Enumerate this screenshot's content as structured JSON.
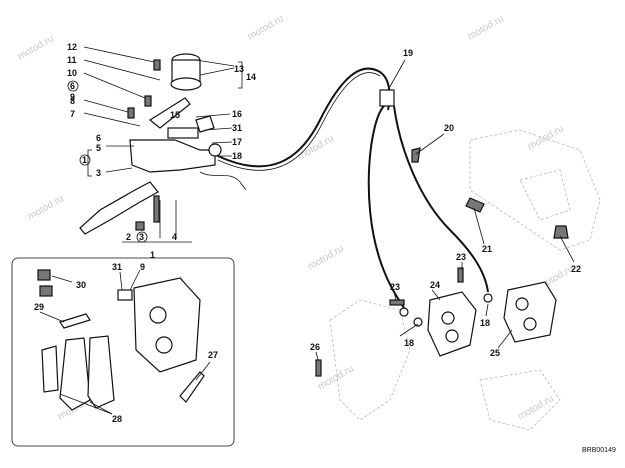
{
  "diagram": {
    "reference_code": "BRB00149",
    "watermark": "motod.ru",
    "callouts": [
      {
        "id": "c12",
        "text": "12"
      },
      {
        "id": "c11",
        "text": "11"
      },
      {
        "id": "c10",
        "text": "10"
      },
      {
        "id": "c6a",
        "text": "6"
      },
      {
        "id": "c9a",
        "text": "9"
      },
      {
        "id": "c8",
        "text": "8"
      },
      {
        "id": "c7",
        "text": "7"
      },
      {
        "id": "c13",
        "text": "13"
      },
      {
        "id": "c14",
        "text": "14"
      },
      {
        "id": "c15",
        "text": "15"
      },
      {
        "id": "c16",
        "text": "16"
      },
      {
        "id": "c31a",
        "text": "31"
      },
      {
        "id": "c17",
        "text": "17"
      },
      {
        "id": "c18a",
        "text": "18"
      },
      {
        "id": "c6b",
        "text": "6"
      },
      {
        "id": "c5",
        "text": "5"
      },
      {
        "id": "c1a",
        "text": "1"
      },
      {
        "id": "c3",
        "text": "3"
      },
      {
        "id": "c2",
        "text": "2"
      },
      {
        "id": "c3b",
        "text": "3"
      },
      {
        "id": "c4",
        "text": "4"
      },
      {
        "id": "c1b",
        "text": "1"
      },
      {
        "id": "c19",
        "text": "19"
      },
      {
        "id": "c20",
        "text": "20"
      },
      {
        "id": "c21",
        "text": "21"
      },
      {
        "id": "c22",
        "text": "22"
      },
      {
        "id": "c23a",
        "text": "23"
      },
      {
        "id": "c23b",
        "text": "23"
      },
      {
        "id": "c24",
        "text": "24"
      },
      {
        "id": "c18b",
        "text": "18"
      },
      {
        "id": "c18c",
        "text": "18"
      },
      {
        "id": "c25",
        "text": "25"
      },
      {
        "id": "c26",
        "text": "26"
      },
      {
        "id": "c30",
        "text": "30"
      },
      {
        "id": "c31b",
        "text": "31"
      },
      {
        "id": "c9b",
        "text": "9"
      },
      {
        "id": "c29",
        "text": "29"
      },
      {
        "id": "c27",
        "text": "27"
      },
      {
        "id": "c28",
        "text": "28"
      }
    ]
  }
}
